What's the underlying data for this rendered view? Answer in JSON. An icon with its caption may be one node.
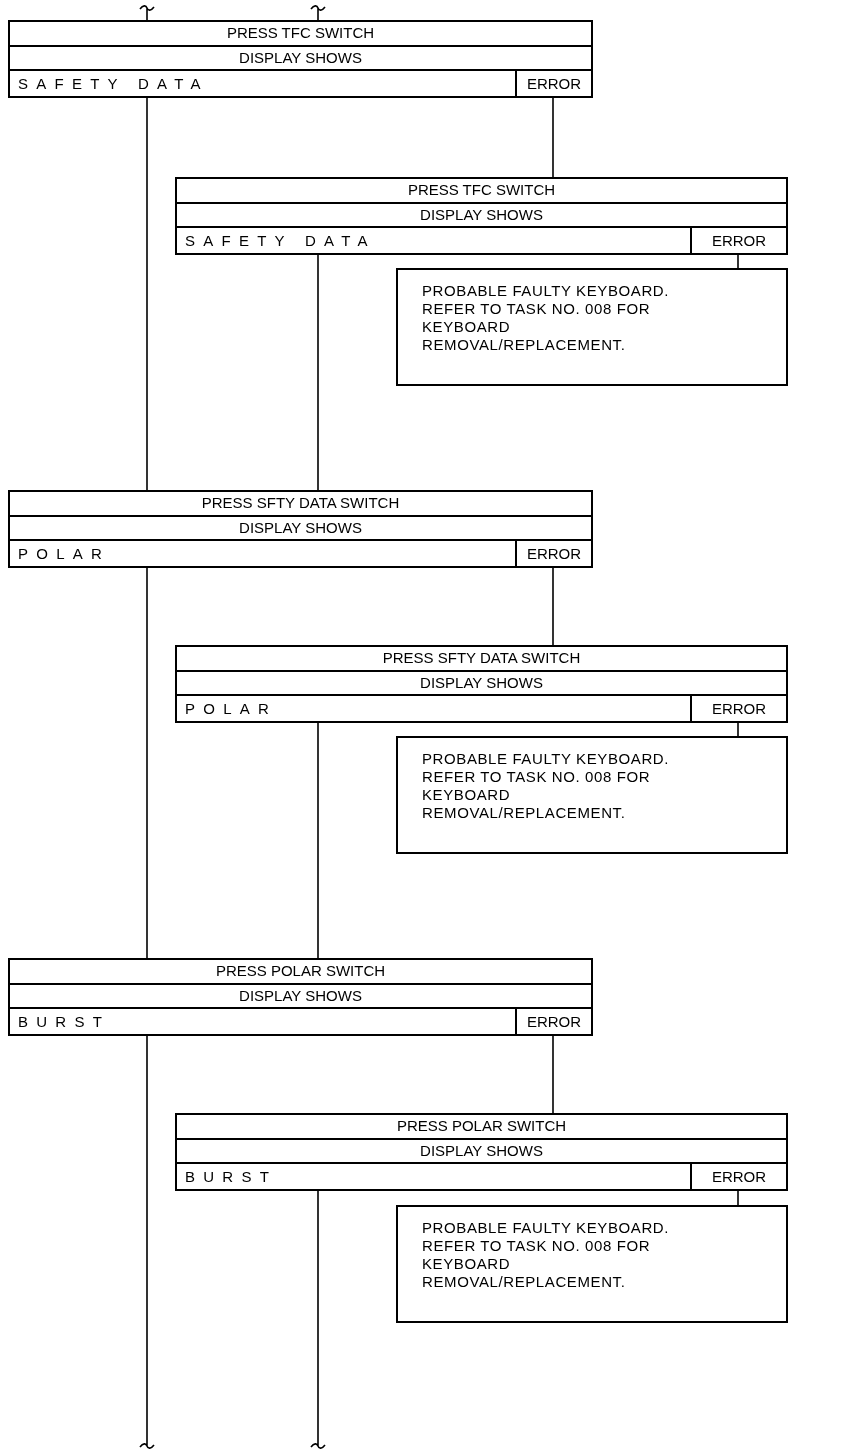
{
  "diagram": {
    "nodes": [
      {
        "text": [],
        "shape": "box"
      },
      {
        "text": [
          "PRESS TFC SWITCH"
        ],
        "in": 0
      },
      {
        "text": [
          "DISPLAY SHOWS"
        ],
        "in": 0
      },
      {
        "text": [
          "SAFETY DATA"
        ],
        "in": 0
      },
      {
        "text": [
          "ERROR"
        ],
        "in": 0
      },
      {
        "text": [],
        "shape": "box"
      },
      {
        "text": [
          "PRESS TFC SWITCH"
        ],
        "in": 5
      },
      {
        "text": [
          "DISPLAY SHOWS"
        ],
        "in": 5
      },
      {
        "text": [
          "SAFETY DATA"
        ],
        "in": 5
      },
      {
        "text": [
          "ERROR"
        ],
        "in": 5
      },
      {
        "text": [
          "PROBABLE FAULTY KEYBOARD. REFER TO TASK NO. 008 FOR KEYBOARD REMOVAL/REPLACEMENT."
        ]
      },
      {
        "text": [],
        "shape": "box"
      },
      {
        "text": [
          "PRESS SFTY DATA SWITCH"
        ],
        "in": 11
      },
      {
        "text": [
          "DISPLAY SHOWS"
        ],
        "in": 11
      },
      {
        "text": [
          "POLAR"
        ],
        "in": 11
      },
      {
        "text": [
          "ERROR"
        ],
        "in": 11
      },
      {
        "text": [],
        "shape": "box"
      },
      {
        "text": [
          "PRESS SFTY DATA SWITCH"
        ],
        "in": 16
      },
      {
        "text": [
          "DISPLAY SHOWS"
        ],
        "in": 16
      },
      {
        "text": [
          "POLAR"
        ],
        "in": 16
      },
      {
        "text": [
          "ERROR"
        ],
        "in": 16
      },
      {
        "text": [
          "PROBABLE FAULTY KEYBOARD. REFER TO TASK NO. 008 FOR KEYBOARD REMOVAL/REPLACEMENT."
        ]
      },
      {
        "text": [],
        "shape": "box"
      },
      {
        "text": [
          "PRESS POLAR SWITCH"
        ],
        "in": 22
      },
      {
        "text": [
          "DISPLAY SHOWS"
        ],
        "in": 22
      },
      {
        "text": [
          "BURST"
        ],
        "in": 22
      },
      {
        "text": [
          "ERROR"
        ],
        "in": 22
      },
      {
        "text": [],
        "shape": "box"
      },
      {
        "text": [
          "PRESS POLAR SWITCH"
        ],
        "in": 27
      },
      {
        "text": [
          "DISPLAY SHOWS"
        ],
        "in": 27
      },
      {
        "text": [
          "BURST"
        ],
        "in": 27
      },
      {
        "text": [
          "ERROR"
        ],
        "in": 27
      },
      {
        "text": [
          "PROBABLE FAULTY KEYBOARD. REFER TO TASK NO. 008 FOR KEYBOARD REMOVAL/REPLACEMENT."
        ]
      }
    ],
    "edges": [
      {
        "from": null,
        "to": 0,
        "arrow": "none"
      },
      {
        "from": null,
        "to": 0,
        "arrow": "none"
      },
      {
        "from": 0,
        "to": 11,
        "arrow": "none"
      },
      {
        "from": 4,
        "to": 5,
        "arrow": "none"
      },
      {
        "from": 5,
        "to": 11,
        "arrow": "none"
      },
      {
        "from": 9,
        "to": 10,
        "arrow": "none"
      },
      {
        "from": 11,
        "to": 22,
        "arrow": "none"
      },
      {
        "from": 15,
        "to": 16,
        "arrow": "none"
      },
      {
        "from": 16,
        "to": 22,
        "arrow": "none"
      },
      {
        "from": 20,
        "to": 21,
        "arrow": "none"
      },
      {
        "from": 22,
        "to": null,
        "arrow": "none"
      },
      {
        "from": 26,
        "to": 27,
        "arrow": "none"
      },
      {
        "from": 27,
        "to": null,
        "arrow": "none"
      },
      {
        "from": 31,
        "to": 32,
        "arrow": "none"
      }
    ]
  }
}
